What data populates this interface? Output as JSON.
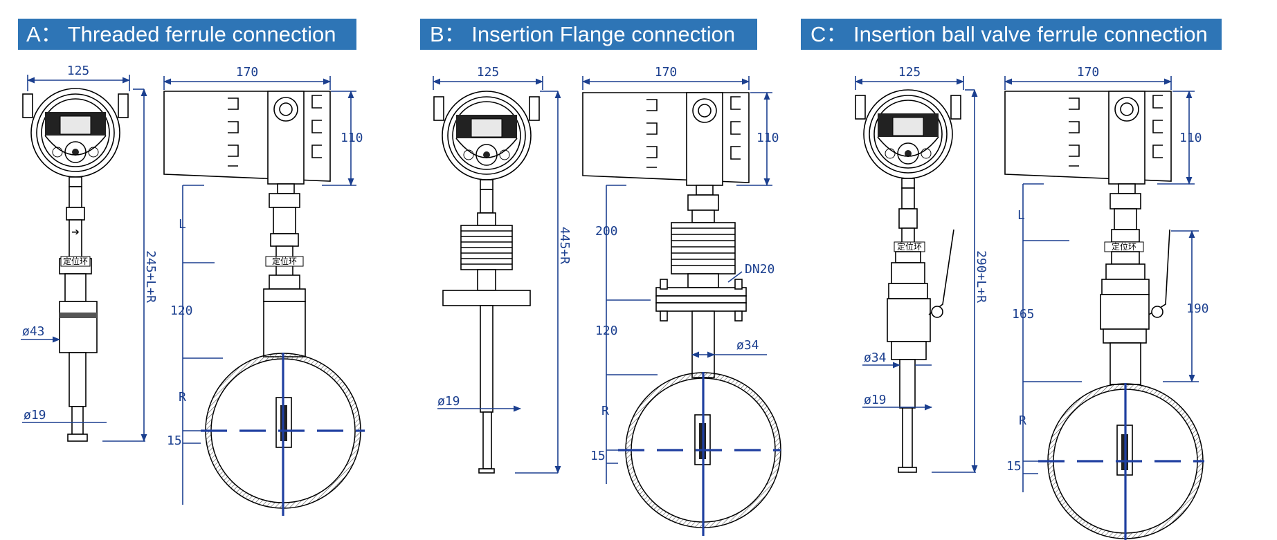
{
  "panels": [
    {
      "id": "A",
      "title": "A： Threaded ferrule connection",
      "dims": {
        "width_front": "125",
        "width_side": "170",
        "height_head": "110",
        "total": "245+L+R",
        "L": "L",
        "d120": "120",
        "R": "R",
        "d15": "15",
        "d43": "ø43",
        "d19": "ø19"
      },
      "ring_label": "定位环"
    },
    {
      "id": "B",
      "title": "B： Insertion Flange connection",
      "dims": {
        "width_front": "125",
        "width_side": "170",
        "height_head": "110",
        "total": "445+R",
        "d200": "200",
        "d120": "120",
        "R": "R",
        "d15": "15",
        "d19": "ø19",
        "d34": "ø34",
        "dn": "DN20"
      }
    },
    {
      "id": "C",
      "title": "C： Insertion ball valve ferrule connection",
      "dims": {
        "width_front": "125",
        "width_side": "170",
        "height_head": "110",
        "total": "290+L+R",
        "L": "L",
        "d165": "165",
        "d190": "190",
        "R": "R",
        "d15": "15",
        "d34": "ø34",
        "d19": "ø19"
      },
      "ring_label": "定位环"
    }
  ],
  "colors": {
    "header_bg": "#2e75b6",
    "dimension_line": "#1b3f8f",
    "drawing_line": "#000000"
  }
}
